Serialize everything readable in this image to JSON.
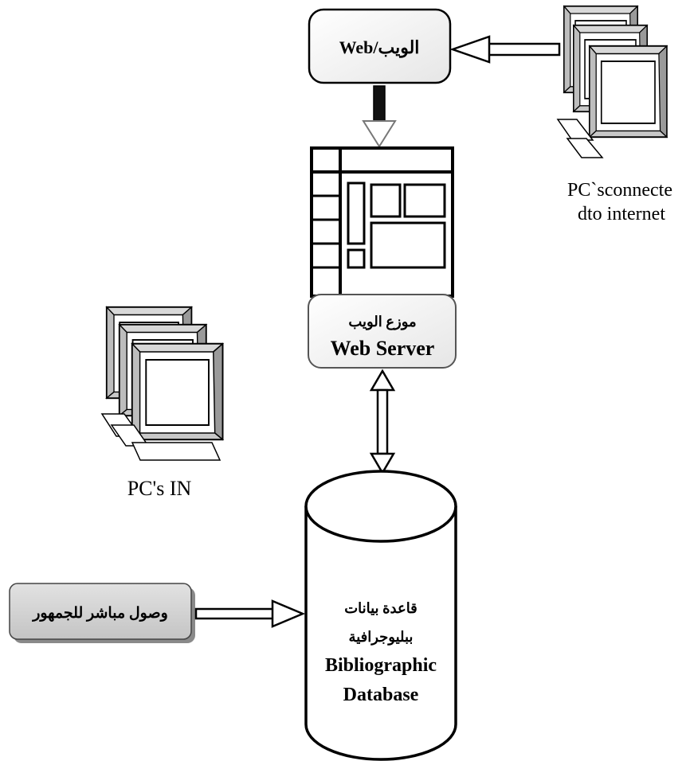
{
  "nodes": {
    "web": {
      "label": "Web/الويب"
    },
    "web_server": {
      "label_ar": "موزع الويب",
      "label_en": "Web Server"
    },
    "internet_pcs": {
      "line1": "PC`sconnecte",
      "line2": "dto internet"
    },
    "pcs_in": {
      "label": "PC's IN"
    },
    "database": {
      "line1": "قاعدة بيانات",
      "line2": "ببليوجرافية",
      "line3": "Bibliographic",
      "line4": "Database"
    },
    "public_access": {
      "label": "وصول مباشر للجمهور"
    }
  },
  "edges": [
    {
      "from": "internet_pcs",
      "to": "web",
      "style": "hollow-arrow"
    },
    {
      "from": "web",
      "to": "web_server",
      "style": "hollow-arrow"
    },
    {
      "from": "web_server",
      "to": "database",
      "style": "double-arrow"
    },
    {
      "from": "public_access",
      "to": "database",
      "style": "hollow-arrow"
    }
  ]
}
